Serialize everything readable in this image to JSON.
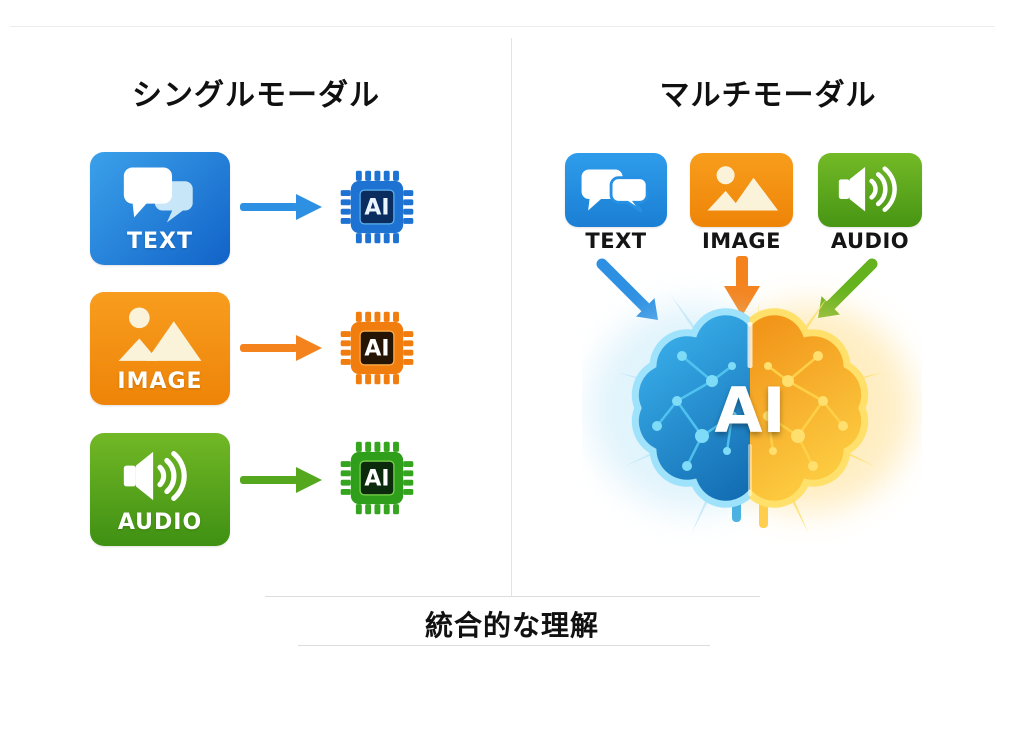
{
  "diagram": {
    "left_panel": {
      "title": "シングルモーダル",
      "rows": [
        {
          "modality": "TEXT",
          "icon": "chat-bubbles-icon",
          "chip_label": "AI",
          "color": "#2492e6"
        },
        {
          "modality": "IMAGE",
          "icon": "photo-icon",
          "chip_label": "AI",
          "color": "#f5941e"
        },
        {
          "modality": "AUDIO",
          "icon": "speaker-icon",
          "chip_label": "AI",
          "color": "#55a81e"
        }
      ]
    },
    "right_panel": {
      "title": "マルチモーダル",
      "inputs": [
        {
          "label": "TEXT",
          "icon": "chat-bubbles-icon",
          "color": "#2492e6"
        },
        {
          "label": "IMAGE",
          "icon": "photo-icon",
          "color": "#f5941e"
        },
        {
          "label": "AUDIO",
          "icon": "speaker-icon",
          "color": "#55a81e"
        }
      ],
      "brain_label": "AI"
    },
    "footer": {
      "caption": "統合的な理解"
    },
    "colors": {
      "text_blue": "#2492e6",
      "image_orange": "#f5941e",
      "audio_green": "#55a81e",
      "brain_left_blue": "#1b86c9",
      "brain_right_gold": "#f9b020",
      "divider_gray": "#dfe4e4",
      "background": "#ffffff"
    }
  }
}
